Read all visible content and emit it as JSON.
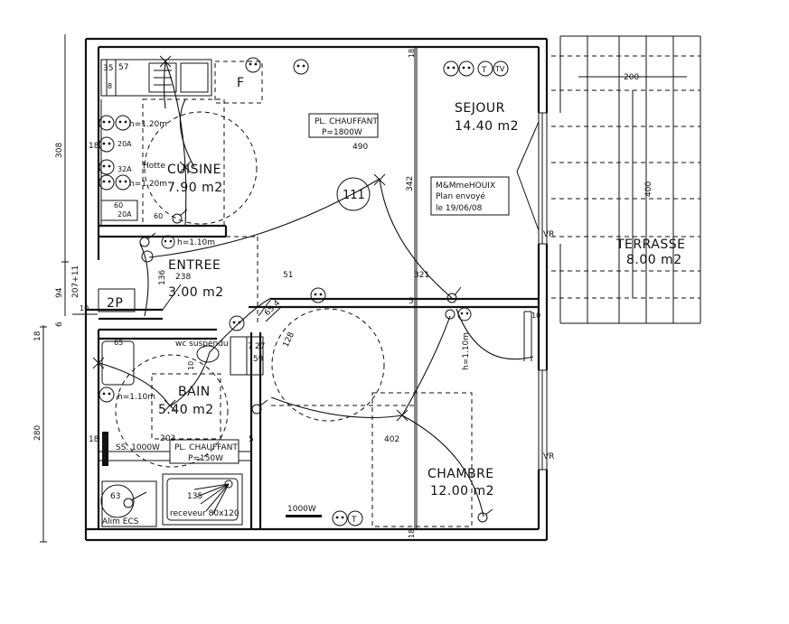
{
  "rooms": {
    "sejour": {
      "name": "SEJOUR",
      "area": "14.40 m2"
    },
    "cuisine": {
      "name": "CUISINE",
      "area": "7.90 m2"
    },
    "entree": {
      "name": "ENTREE",
      "area": "3.00 m2"
    },
    "bain": {
      "name": "BAIN",
      "area": "5.40 m2"
    },
    "chambre": {
      "name": "CHAMBRE",
      "area": "12.00 m2"
    },
    "terrasse": {
      "name": "TERRASSE",
      "area": "8.00 m2"
    }
  },
  "heaters": {
    "sejour_label": "PL. CHAUFFANT",
    "sejour_power": "P=1800W",
    "bain_label": "PL. CHAUFFANT",
    "bain_power": "P=150W",
    "chambre_power": "1000W",
    "ss_power": "SS. 1000W"
  },
  "stamp": {
    "line1": "M&MmeHOUIX",
    "line2": "Plan envoyé",
    "line3": "le 19/06/08"
  },
  "labels": {
    "circle_number": "111",
    "fridge": "F",
    "closet": "2P",
    "hotte": "Hotte",
    "h120_a": "h=1.20m",
    "h120_b": "h=1.20m",
    "h110_entree": "h=1.10m",
    "h110_bain": "h=1.10m",
    "h110_vertical": "h=1.10m",
    "wc": "wc suspendu",
    "receveur": "receveur 80x120",
    "alim_ecs": "Alim ECS",
    "vr_top": "VR",
    "vr_bottom": "VR",
    "outlet_20a": "20A",
    "outlet_32a": "32A",
    "outlet_20a_b": "20A",
    "tv": "TV",
    "t": "T"
  },
  "dimensions": {
    "d308": "308",
    "d94": "94",
    "d207": "207+11",
    "d18_left": "18",
    "d6": "6",
    "d280": "280",
    "d490": "490",
    "d342": "342",
    "d51": "51",
    "d321": "321",
    "d200": "200",
    "d400": "400",
    "d402": "402",
    "d238": "238",
    "d136": "136",
    "d65_4": "65.4",
    "d128": "128",
    "d203": "203",
    "d135": "135",
    "d63": "63",
    "d65": "65",
    "d35": "35",
    "d57": "57",
    "d18_top": "18",
    "d18_bottom": "18",
    "d18_kitchen": "18",
    "d18_bath": "18",
    "d10_left": "10",
    "d10_right": "10",
    "d5_a": "5",
    "d5_b": "5",
    "d60_a": "60",
    "d60_b": "60",
    "d7": "7",
    "d27": "27",
    "d59": "59",
    "d8": "8",
    "d10_wc": "10"
  }
}
